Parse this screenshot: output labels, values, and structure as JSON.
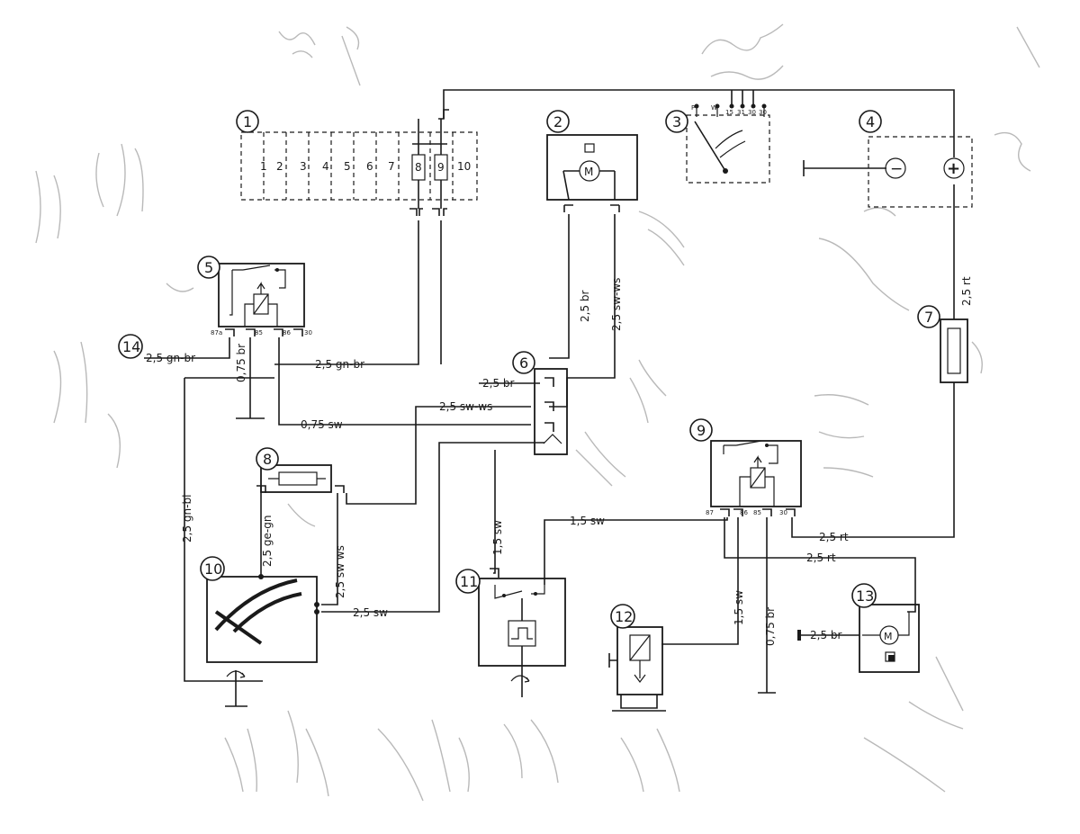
{
  "components": [
    {
      "num": "1"
    },
    {
      "num": "2"
    },
    {
      "num": "3"
    },
    {
      "num": "4"
    },
    {
      "num": "5"
    },
    {
      "num": "6"
    },
    {
      "num": "7"
    },
    {
      "num": "8"
    },
    {
      "num": "9"
    },
    {
      "num": "10"
    },
    {
      "num": "11"
    },
    {
      "num": "12"
    },
    {
      "num": "13"
    },
    {
      "num": "14"
    }
  ],
  "fuse_box": {
    "slots": [
      "1",
      "2",
      "3",
      "4",
      "5",
      "6",
      "7",
      "8",
      "9",
      "10"
    ]
  },
  "motor_label": "M",
  "battery": {
    "minus": "−",
    "plus": "+"
  },
  "relay_pins": {
    "r5": [
      "87a",
      "85",
      "86",
      "30"
    ],
    "r9": [
      "87",
      "86",
      "85",
      "30"
    ],
    "switch3": [
      "P",
      "W",
      "15",
      "31",
      "30",
      "30"
    ]
  },
  "wire_labels": {
    "w_br_2_5_a": "2,5 br",
    "w_swws_2_5_a": "2,5 sw-ws",
    "w_rt_2_5_a": "2,5 rt",
    "w_gnbr_left": "2,5 gn-br",
    "w_gnbr_mid": "2,5 gn-br",
    "w_br_075_r5": "0,75 br",
    "w_sw_075": "0,75 sw",
    "w_br_2_5_6": "2,5 br",
    "w_swws_2_5_6": "2,5 sw-ws",
    "w_gnbl": "2,5 gn-bl",
    "w_gegn": "2,5 ge-gn",
    "w_swws_10": "2,5 sw ws",
    "w_sw_10": "2,5 sw",
    "w_sw_15_11": "1,5 sw",
    "w_sw_15_top": "1,5 sw",
    "w_rt_9": "2,5 rt",
    "w_rt_13": "2,5 rt",
    "w_sw_15_12": "1,5 sw",
    "w_br_075_9": "0,75 br",
    "w_br_2_5_13": "2,5 br"
  }
}
